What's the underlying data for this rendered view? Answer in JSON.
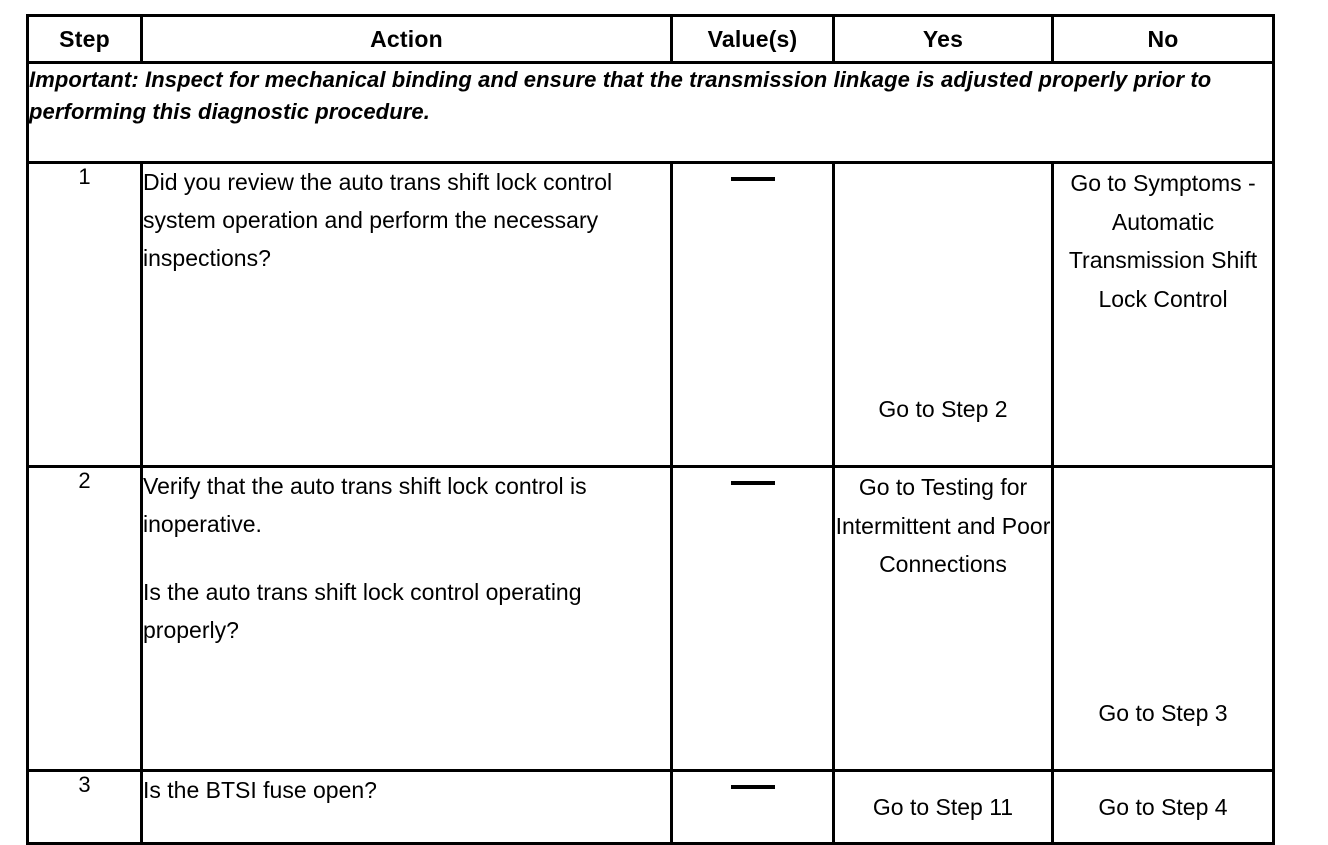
{
  "table": {
    "headers": [
      "Step",
      "Action",
      "Value(s)",
      "Yes",
      "No"
    ],
    "note": "Important:  Inspect for mechanical binding and ensure that the transmission linkage is adjusted properly prior to performing this diagnostic procedure.",
    "rows": [
      {
        "step": "1",
        "action_lines": [
          "Did you review the auto trans shift lock control system operation and perform the necessary inspections?"
        ],
        "value": "—",
        "yes": "Go to Step 2",
        "no": "Go to Symptoms - Automatic Transmission Shift Lock Control"
      },
      {
        "step": "2",
        "action_lines": [
          "Verify that the auto trans shift lock control is inoperative.",
          "Is the auto trans shift lock control operating properly?"
        ],
        "value": "—",
        "yes": "Go to Testing for Intermittent and Poor Connections",
        "no": "Go to Step 3"
      },
      {
        "step": "3",
        "action_lines": [
          "Is the BTSI fuse open?"
        ],
        "value": "—",
        "yes": "Go to Step 11",
        "no": "Go to Step 4"
      }
    ]
  },
  "colors": {
    "border": "#000000",
    "text": "#000000",
    "background": "#ffffff"
  }
}
